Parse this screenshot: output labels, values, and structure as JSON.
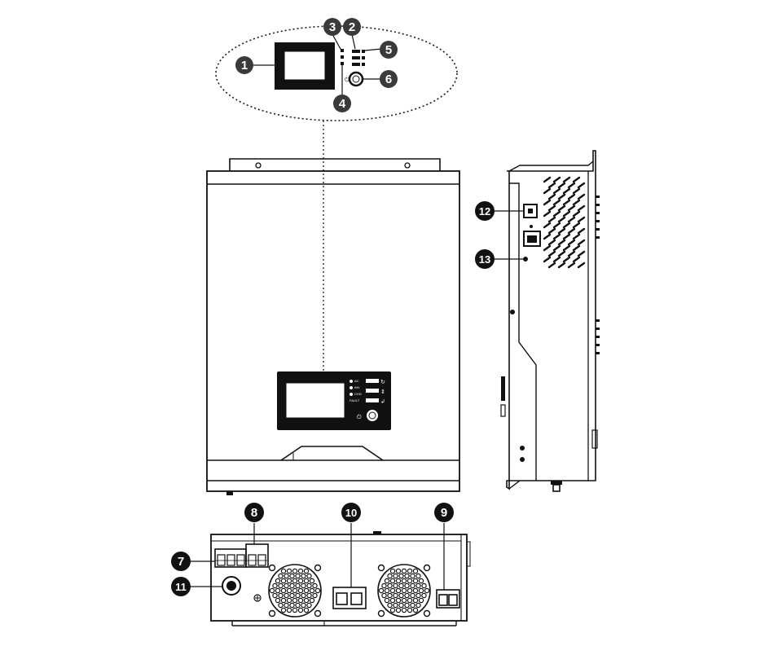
{
  "callouts": [
    {
      "id": "1",
      "label": "1"
    },
    {
      "id": "2",
      "label": "2"
    },
    {
      "id": "3",
      "label": "3"
    },
    {
      "id": "4",
      "label": "4"
    },
    {
      "id": "5",
      "label": "5"
    },
    {
      "id": "6",
      "label": "6"
    },
    {
      "id": "7",
      "label": "7"
    },
    {
      "id": "8",
      "label": "8"
    },
    {
      "id": "9",
      "label": "9"
    },
    {
      "id": "10",
      "label": "10"
    },
    {
      "id": "11",
      "label": "11"
    },
    {
      "id": "12",
      "label": "12"
    },
    {
      "id": "13",
      "label": "13"
    }
  ],
  "panel_text": {
    "ac": "AC",
    "inv": "INV",
    "chg": "CHG",
    "fault": "FAULT"
  },
  "colors": {
    "line": "#1a1a1a",
    "callout_fill": "#3a3a3a",
    "led_fill": "#111111"
  }
}
